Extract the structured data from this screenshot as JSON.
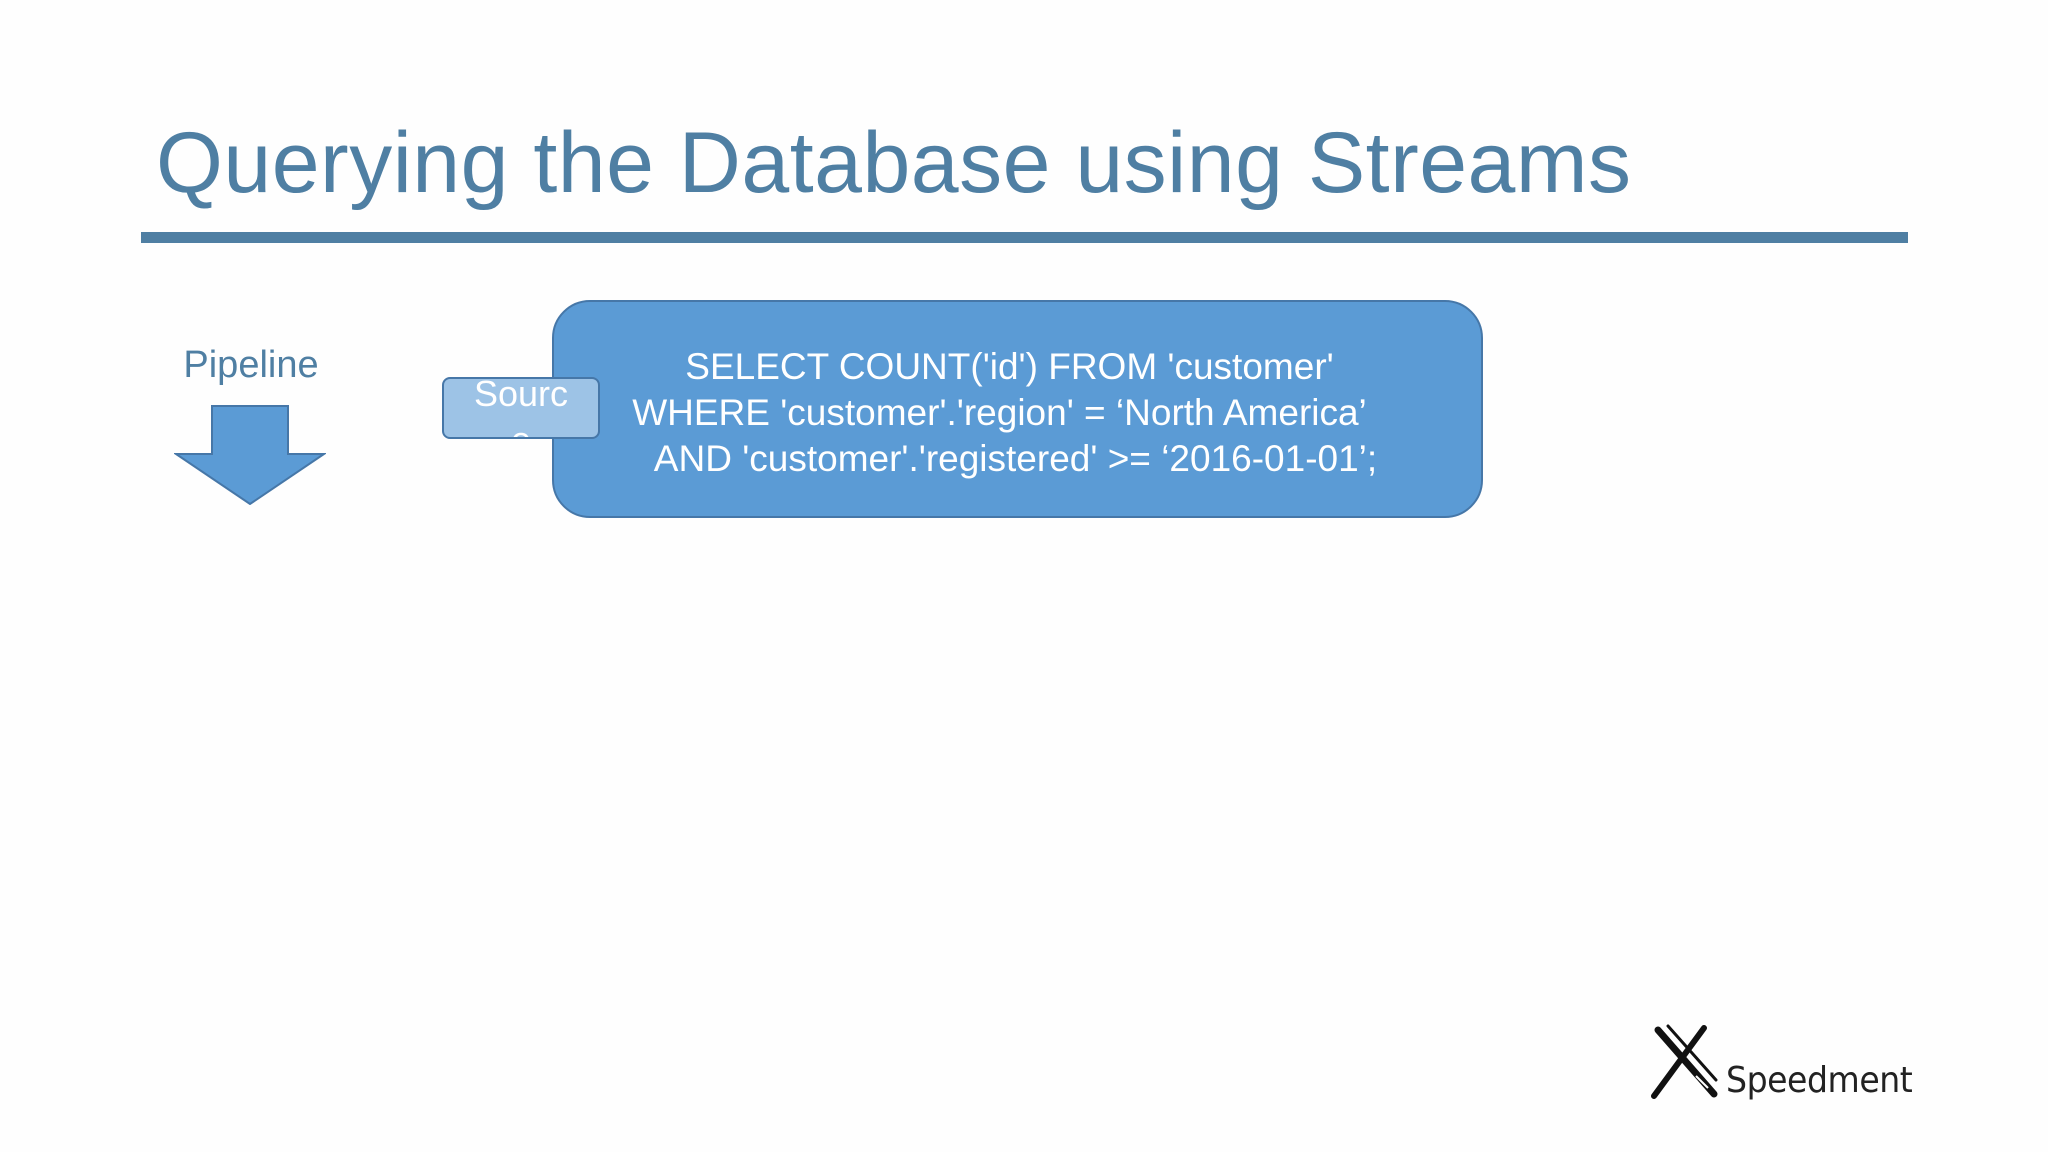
{
  "slide": {
    "title": "Querying the Database using Streams",
    "accent_color": "#4f7fa3"
  },
  "pipeline": {
    "label": "Pipeline",
    "icon": "down-arrow-icon"
  },
  "source": {
    "label": "Source"
  },
  "query": {
    "lines": [
      "SELECT COUNT('id') FROM 'customer'",
      "WHERE 'customer'.'region' = ‘North America’",
      "AND 'customer'.'registered' >= ‘2016-01-01’;"
    ],
    "fill_color": "#5b9bd5"
  },
  "logo": {
    "text": "Speedment",
    "icon": "speedment-x-logo-icon"
  }
}
